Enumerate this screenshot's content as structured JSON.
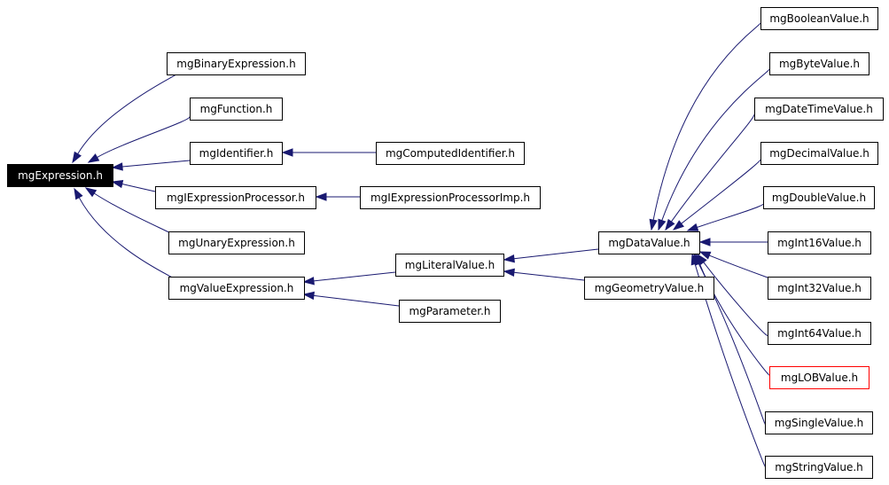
{
  "graph": {
    "nodes": [
      {
        "id": "mgExpression",
        "label": "mgExpression.h",
        "kind": "root"
      },
      {
        "id": "mgBinaryExpression",
        "label": "mgBinaryExpression.h"
      },
      {
        "id": "mgFunction",
        "label": "mgFunction.h"
      },
      {
        "id": "mgIdentifier",
        "label": "mgIdentifier.h"
      },
      {
        "id": "mgIExpressionProcessor",
        "label": "mgIExpressionProcessor.h"
      },
      {
        "id": "mgUnaryExpression",
        "label": "mgUnaryExpression.h"
      },
      {
        "id": "mgValueExpression",
        "label": "mgValueExpression.h"
      },
      {
        "id": "mgComputedIdentifier",
        "label": "mgComputedIdentifier.h"
      },
      {
        "id": "mgIExpressionProcessorImp",
        "label": "mgIExpressionProcessorImp.h"
      },
      {
        "id": "mgLiteralValue",
        "label": "mgLiteralValue.h"
      },
      {
        "id": "mgParameter",
        "label": "mgParameter.h"
      },
      {
        "id": "mgDataValue",
        "label": "mgDataValue.h"
      },
      {
        "id": "mgGeometryValue",
        "label": "mgGeometryValue.h"
      },
      {
        "id": "mgBooleanValue",
        "label": "mgBooleanValue.h"
      },
      {
        "id": "mgByteValue",
        "label": "mgByteValue.h"
      },
      {
        "id": "mgDateTimeValue",
        "label": "mgDateTimeValue.h"
      },
      {
        "id": "mgDecimalValue",
        "label": "mgDecimalValue.h"
      },
      {
        "id": "mgDoubleValue",
        "label": "mgDoubleValue.h"
      },
      {
        "id": "mgInt16Value",
        "label": "mgInt16Value.h"
      },
      {
        "id": "mgInt32Value",
        "label": "mgInt32Value.h"
      },
      {
        "id": "mgInt64Value",
        "label": "mgInt64Value.h"
      },
      {
        "id": "mgLOBValue",
        "label": "mgLOBValue.h",
        "kind": "missing"
      },
      {
        "id": "mgSingleValue",
        "label": "mgSingleValue.h"
      },
      {
        "id": "mgStringValue",
        "label": "mgStringValue.h"
      }
    ],
    "edges": [
      {
        "from": "mgBinaryExpression",
        "to": "mgExpression"
      },
      {
        "from": "mgFunction",
        "to": "mgExpression"
      },
      {
        "from": "mgIdentifier",
        "to": "mgExpression"
      },
      {
        "from": "mgIExpressionProcessor",
        "to": "mgExpression"
      },
      {
        "from": "mgUnaryExpression",
        "to": "mgExpression"
      },
      {
        "from": "mgValueExpression",
        "to": "mgExpression"
      },
      {
        "from": "mgComputedIdentifier",
        "to": "mgIdentifier"
      },
      {
        "from": "mgIExpressionProcessorImp",
        "to": "mgIExpressionProcessor"
      },
      {
        "from": "mgLiteralValue",
        "to": "mgValueExpression"
      },
      {
        "from": "mgParameter",
        "to": "mgValueExpression"
      },
      {
        "from": "mgDataValue",
        "to": "mgLiteralValue"
      },
      {
        "from": "mgGeometryValue",
        "to": "mgLiteralValue"
      },
      {
        "from": "mgBooleanValue",
        "to": "mgDataValue"
      },
      {
        "from": "mgByteValue",
        "to": "mgDataValue"
      },
      {
        "from": "mgDateTimeValue",
        "to": "mgDataValue"
      },
      {
        "from": "mgDecimalValue",
        "to": "mgDataValue"
      },
      {
        "from": "mgDoubleValue",
        "to": "mgDataValue"
      },
      {
        "from": "mgInt16Value",
        "to": "mgDataValue"
      },
      {
        "from": "mgInt32Value",
        "to": "mgDataValue"
      },
      {
        "from": "mgInt64Value",
        "to": "mgDataValue"
      },
      {
        "from": "mgLOBValue",
        "to": "mgDataValue"
      },
      {
        "from": "mgSingleValue",
        "to": "mgDataValue"
      },
      {
        "from": "mgStringValue",
        "to": "mgDataValue"
      }
    ]
  },
  "colors": {
    "edge": "#191970",
    "root_fill": "#000000",
    "root_text": "#ffffff",
    "missing_border": "#ff0000"
  }
}
